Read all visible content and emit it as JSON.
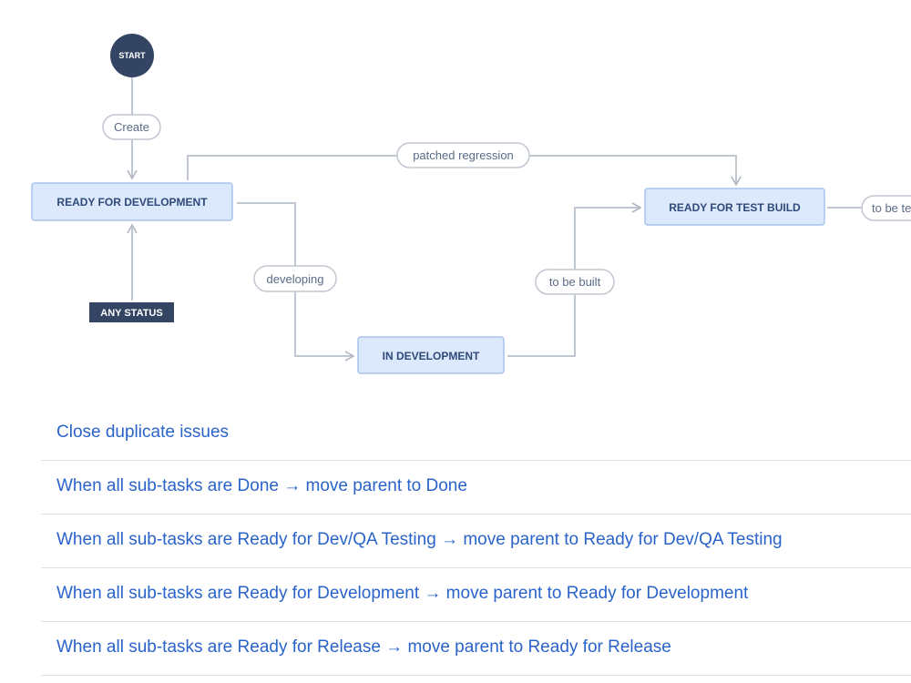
{
  "workflow": {
    "start": "START",
    "any_status": "ANY STATUS",
    "statuses": {
      "ready_for_development": "READY FOR DEVELOPMENT",
      "in_development": "IN DEVELOPMENT",
      "ready_for_test_build": "READY FOR TEST BUILD"
    },
    "transitions": {
      "create": "Create",
      "patched_regression": "patched regression",
      "developing": "developing",
      "to_be_built": "to be built",
      "to_be_truncated": "to be te"
    }
  },
  "rules": [
    "Close duplicate issues",
    "When all sub-tasks are Done → move parent to Done",
    "When all sub-tasks are Ready for Dev/QA Testing → move parent to Ready for Dev/QA Testing",
    "When all sub-tasks are Ready for Development → move parent to Ready for Development",
    "When all sub-tasks are Ready for Release → move parent to Ready for Release"
  ],
  "colors": {
    "status_fill": "#dce8fb",
    "status_border": "#a9c4ee",
    "start_fill": "#344563",
    "link": "#2a63c9"
  }
}
